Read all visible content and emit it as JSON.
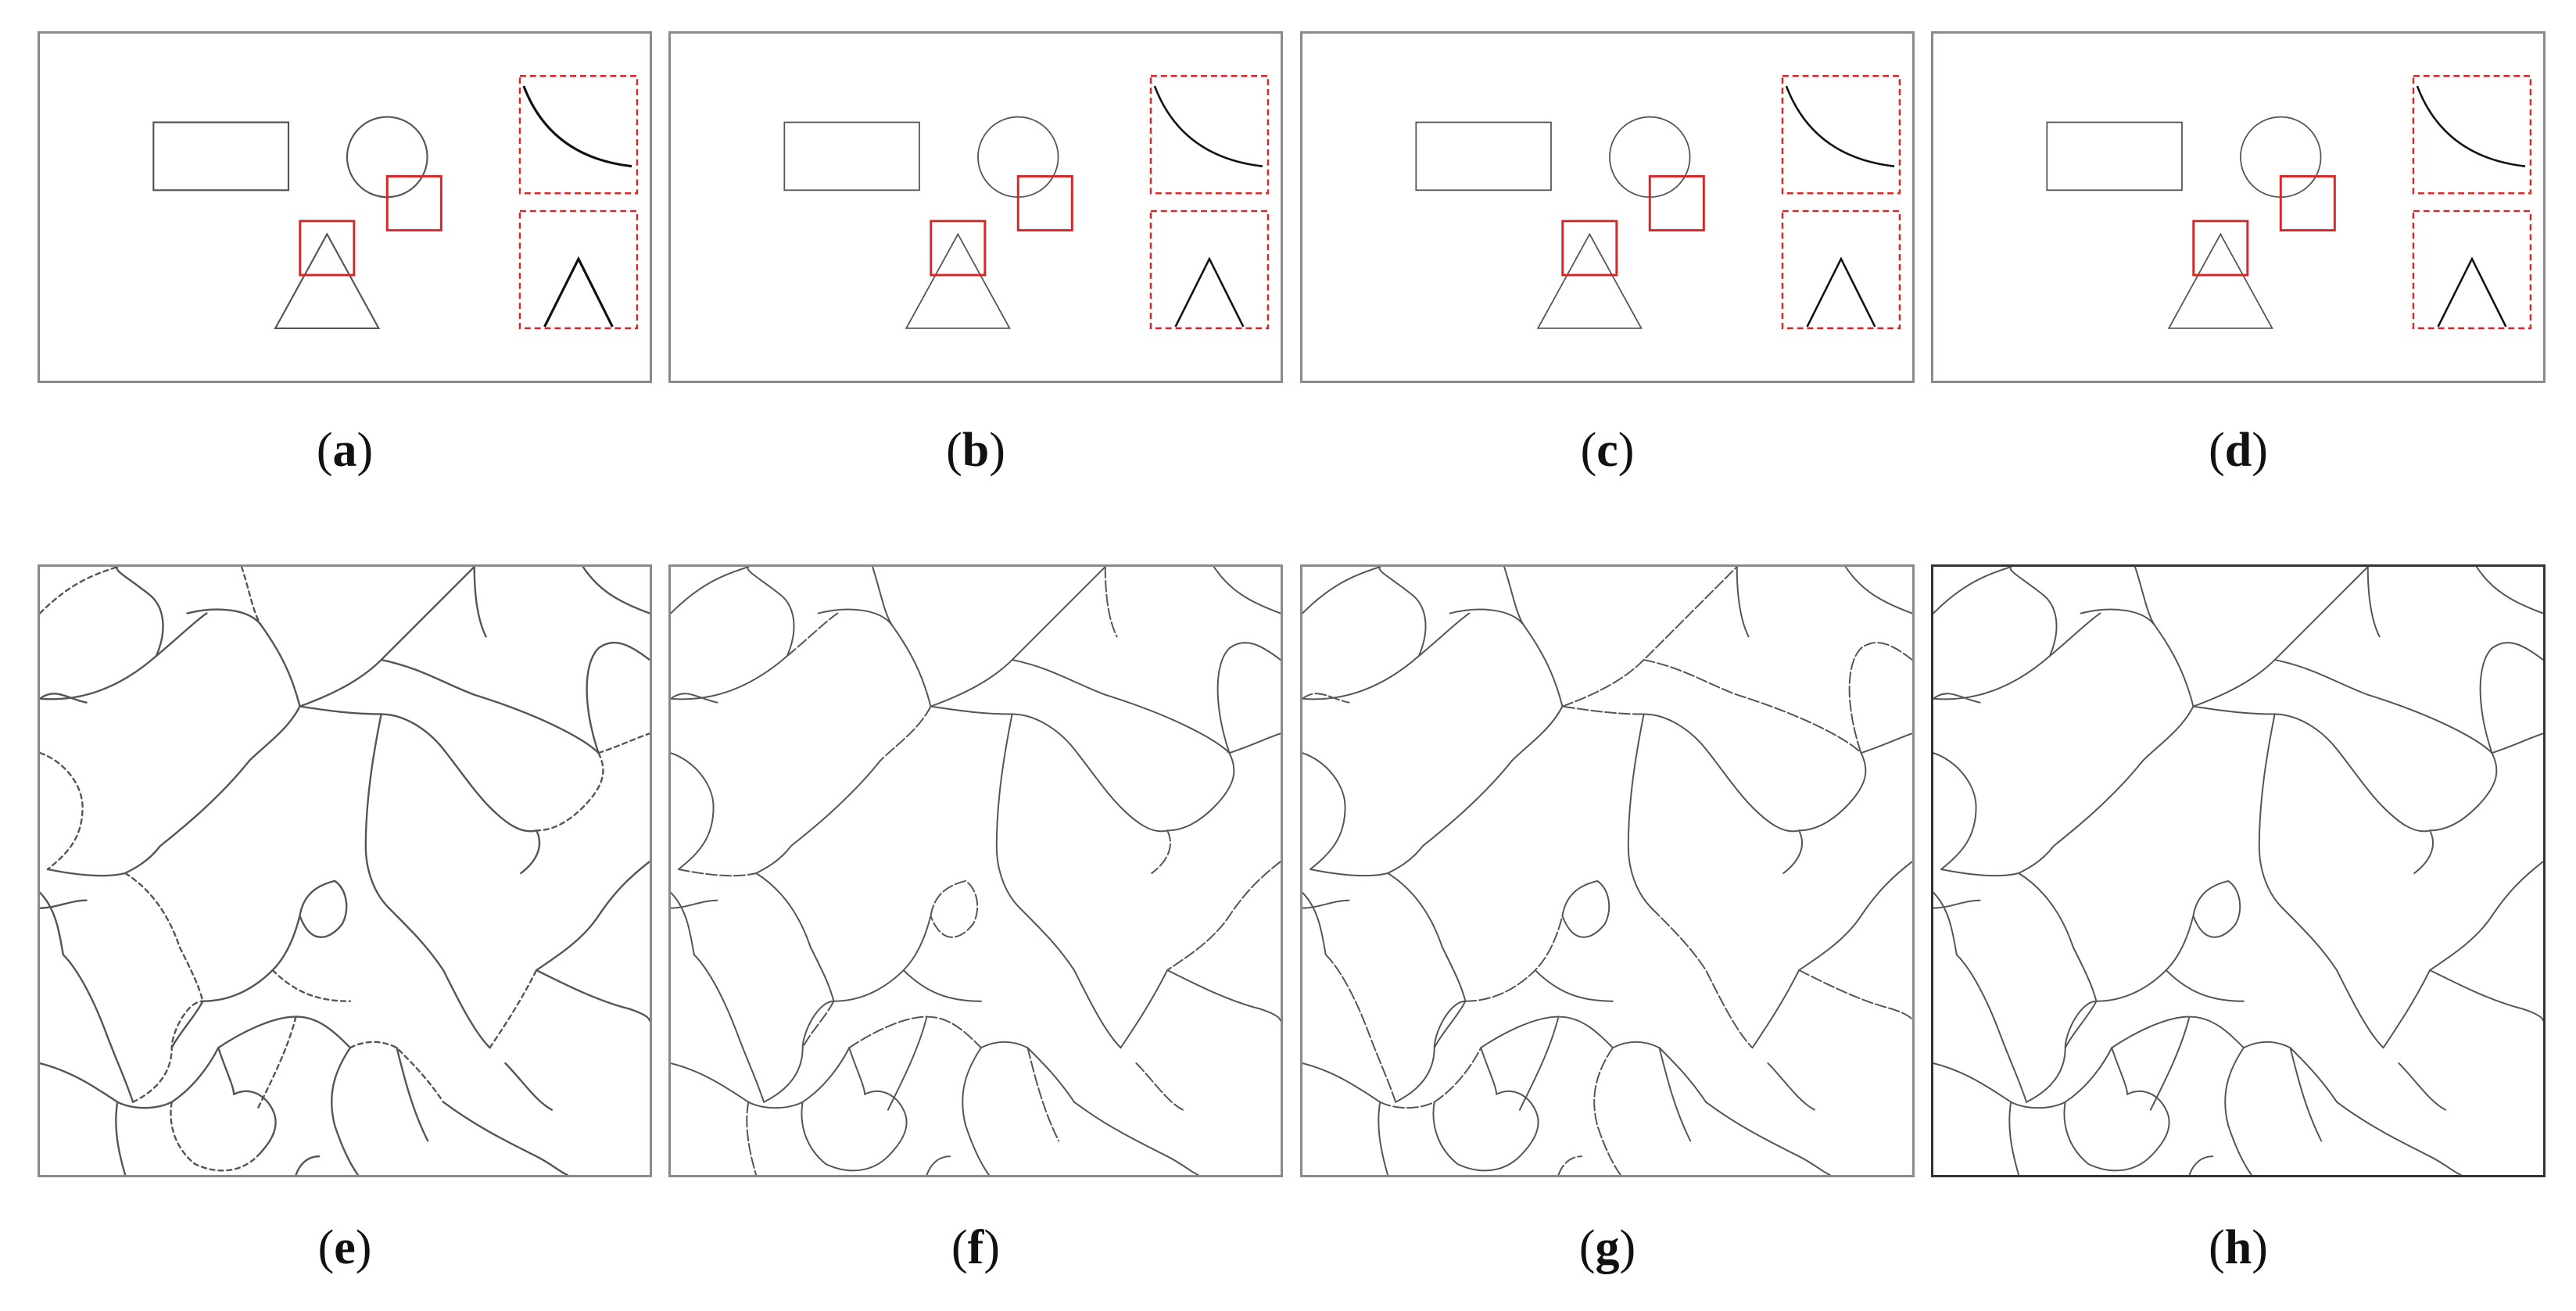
{
  "panels": [
    {
      "id": "a",
      "label": "a",
      "kind": "shapes"
    },
    {
      "id": "b",
      "label": "b",
      "kind": "shapes"
    },
    {
      "id": "c",
      "label": "c",
      "kind": "shapes"
    },
    {
      "id": "d",
      "label": "d",
      "kind": "shapes"
    },
    {
      "id": "e",
      "label": "e",
      "kind": "grains"
    },
    {
      "id": "f",
      "label": "f",
      "kind": "grains"
    },
    {
      "id": "g",
      "label": "g",
      "kind": "grains"
    },
    {
      "id": "h",
      "label": "h",
      "kind": "grains"
    }
  ],
  "colors": {
    "highlight_box": "#d62828",
    "edge_line": "#555555",
    "zoom_edge": "#111111",
    "panel_border": "#8a8a8a"
  }
}
